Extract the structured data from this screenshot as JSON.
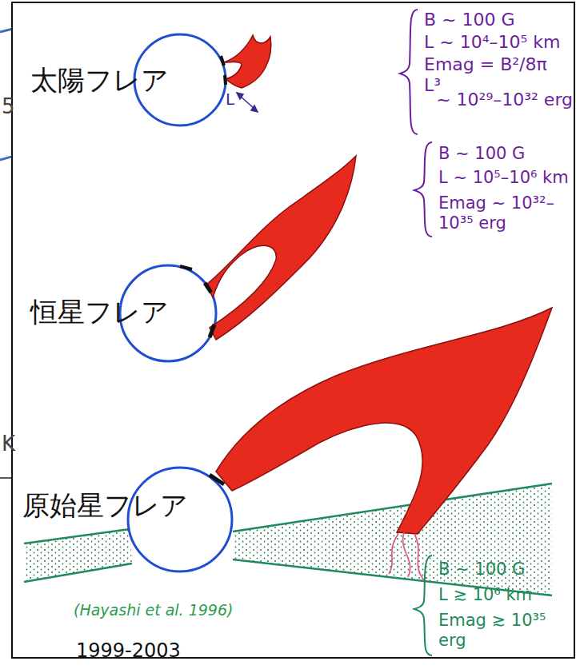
{
  "diagram": {
    "labels": [
      "5",
      "太陽フレア",
      "L",
      "B ~ 100 G",
      "L ~ 10⁴–10⁵ km",
      "Emag = B²/8π L³",
      "~ 10²⁹–10³² erg",
      "恒星フレア",
      "B ~ 100 G",
      "L ~ 10⁵–10⁶ km",
      "Emag ~ 10³²–10³⁵ erg",
      "K",
      "原始星フレア",
      "(Hayashi et al. 1996)",
      "B ~ 100 G",
      "L ≳ 10⁶ km",
      "Emag ≳ 10³⁵ erg",
      "1999-2003"
    ]
  }
}
